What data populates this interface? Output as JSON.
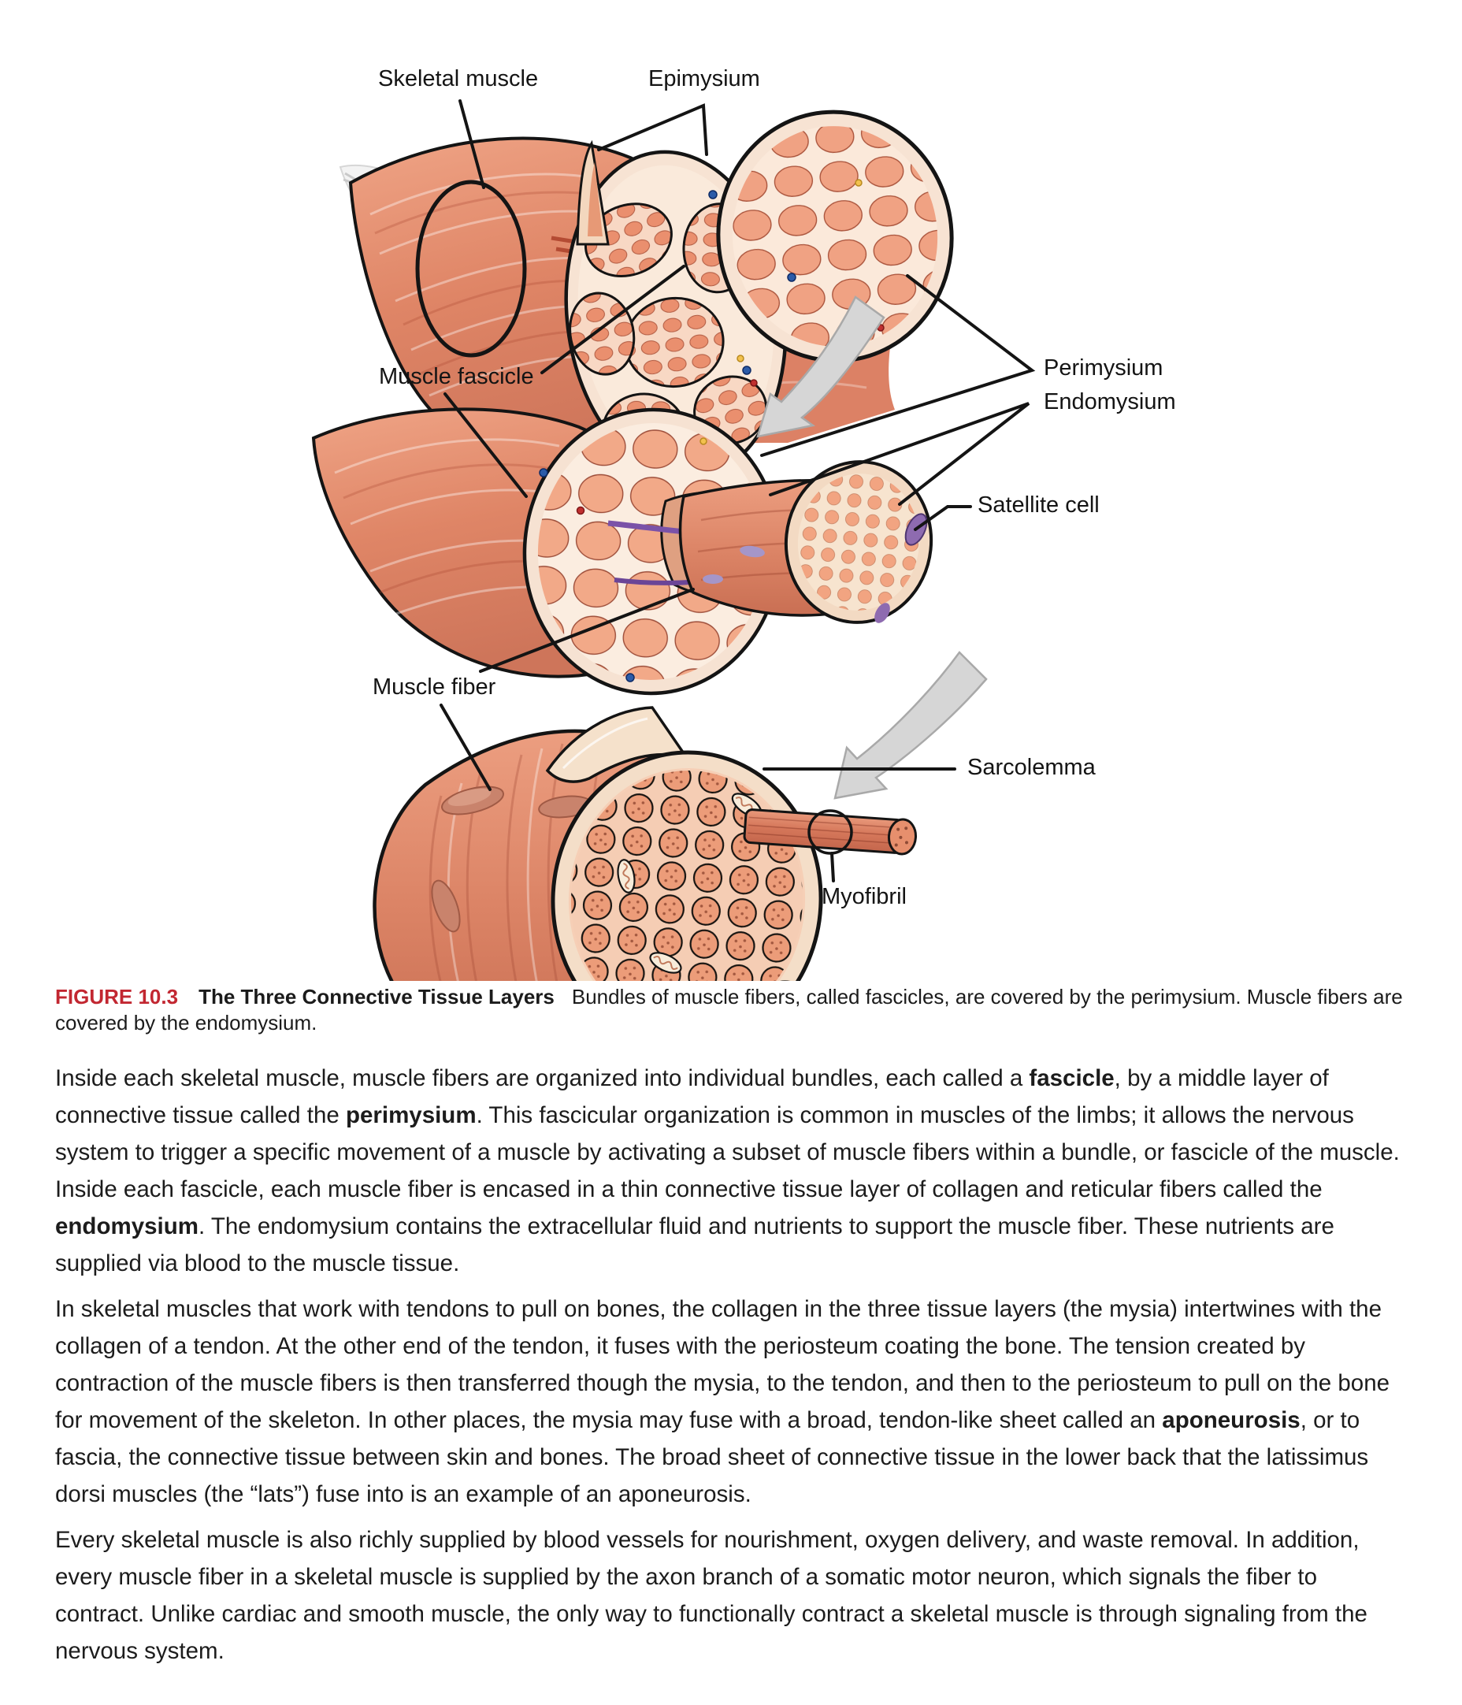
{
  "figure": {
    "labels": {
      "skeletal_muscle": "Skeletal muscle",
      "epimysium": "Epimysium",
      "muscle_fascicle": "Muscle fascicle",
      "perimysium": "Perimysium",
      "endomysium": "Endomysium",
      "satellite_cell": "Satellite cell",
      "muscle_fiber": "Muscle fiber",
      "sarcolemma": "Sarcolemma",
      "myofibril": "Myofibril"
    },
    "caption": {
      "figure_label": "FIGURE 10.3",
      "title": "The Three Connective Tissue Layers",
      "text": "Bundles of muscle fibers, called fascicles, are covered by the perimysium. Muscle fibers are covered by the endomysium."
    },
    "colors": {
      "caption_red": "#C22731",
      "muscle_salmon": "#DF8566",
      "cream": "#F6E3D0",
      "outline": "#141414",
      "arrow_gray": "#D6D6D6"
    }
  },
  "paragraphs": [
    [
      {
        "t": "Inside each skeletal muscle, muscle fibers are organized into individual bundles, each called a "
      },
      {
        "t": "fascicle",
        "b": true
      },
      {
        "t": ", by a middle layer of connective tissue called the "
      },
      {
        "t": "perimysium",
        "b": true
      },
      {
        "t": ". This fascicular organization is common in muscles of the limbs; it allows the nervous system to trigger a specific movement of a muscle by activating a subset of muscle fibers within a bundle, or fascicle of the muscle. Inside each fascicle, each muscle fiber is encased in a thin connective tissue layer of collagen and reticular fibers called the "
      },
      {
        "t": "endomysium",
        "b": true
      },
      {
        "t": ". The endomysium contains the extracellular fluid and nutrients to support the muscle fiber. These nutrients are supplied via blood to the muscle tissue."
      }
    ],
    [
      {
        "t": "In skeletal muscles that work with tendons to pull on bones, the collagen in the three tissue layers (the mysia) intertwines with the collagen of a tendon. At the other end of the tendon, it fuses with the periosteum coating the bone. The tension created by contraction of the muscle fibers is then transferred though the mysia, to the tendon, and then to the periosteum to pull on the bone for movement of the skeleton. In other places, the mysia may fuse with a broad, tendon-like sheet called an "
      },
      {
        "t": "aponeurosis",
        "b": true
      },
      {
        "t": ", or to fascia, the connective tissue between skin and bones. The broad sheet of connective tissue in the lower back that the latissimus dorsi muscles (the “lats”) fuse into is an example of an aponeurosis."
      }
    ],
    [
      {
        "t": "Every skeletal muscle is also richly supplied by blood vessels for nourishment, oxygen delivery, and waste removal. In addition, every muscle fiber in a skeletal muscle is supplied by the axon branch of a somatic motor neuron, which signals the fiber to contract. Unlike cardiac and smooth muscle, the only way to functionally contract a skeletal muscle is through signaling from the nervous system."
      }
    ]
  ]
}
